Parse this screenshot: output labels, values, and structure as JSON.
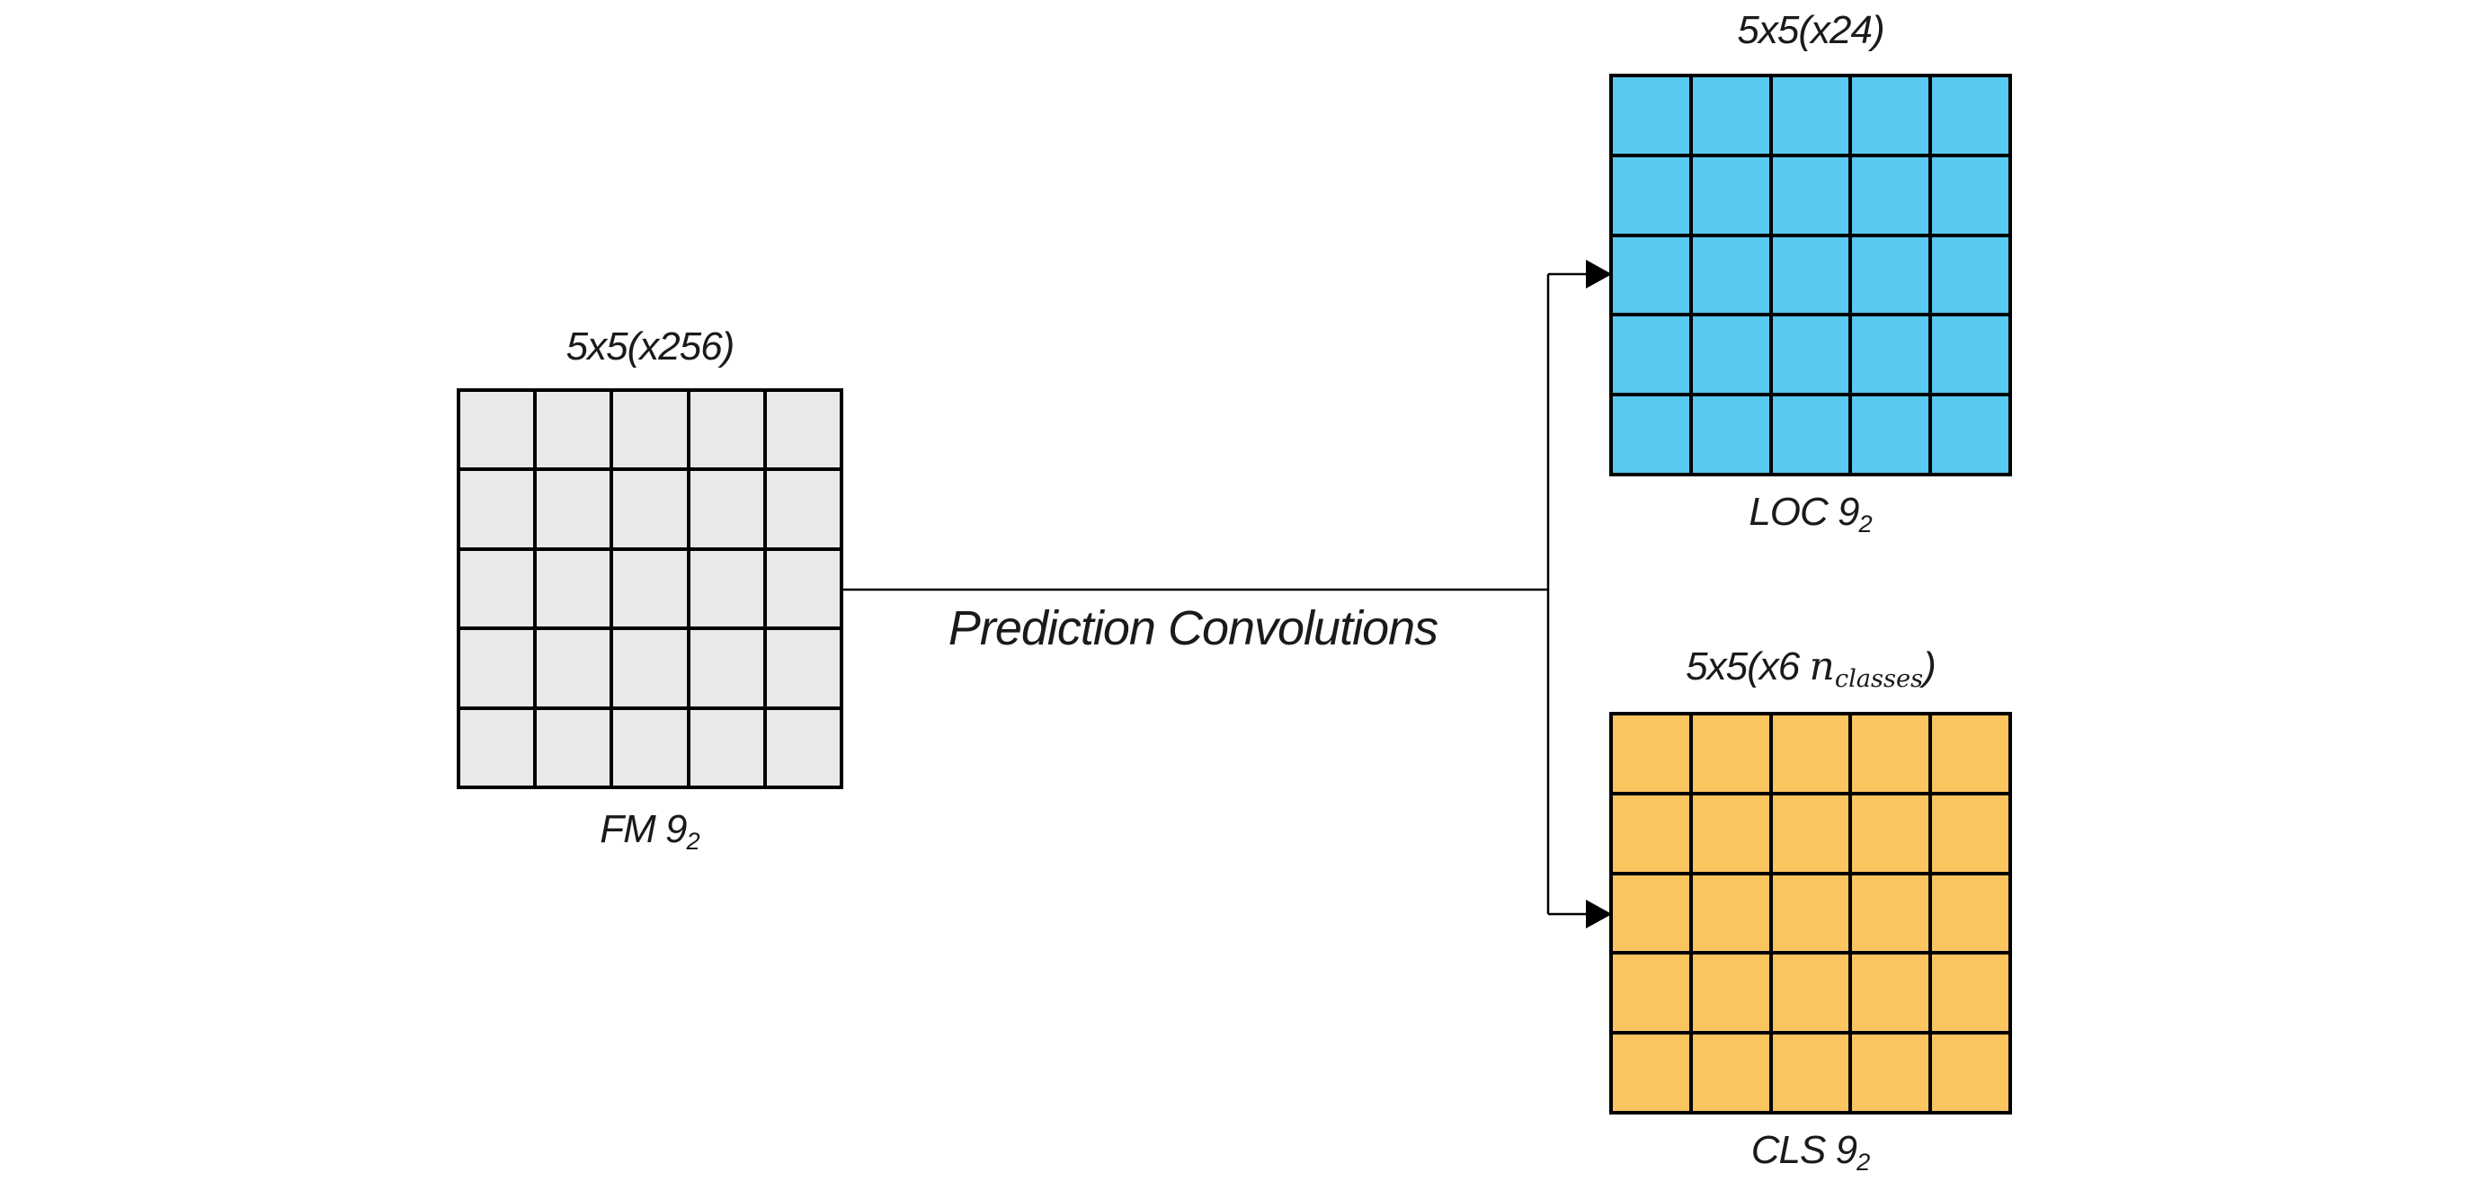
{
  "diagram": {
    "background": "#ffffff",
    "line_color": "#000000",
    "center_label": "Prediction Convolutions",
    "grids": {
      "fm": {
        "rows": 5,
        "cols": 5,
        "fill": "#e9e9e9",
        "label_top": "5x5(x256)",
        "label_bottom": "FM 9",
        "label_bottom_sub": "2"
      },
      "loc": {
        "rows": 5,
        "cols": 5,
        "fill": "#58c9f0",
        "label_top": "5x5(x24)",
        "label_bottom": "LOC 9",
        "label_bottom_sub": "2"
      },
      "cls": {
        "rows": 5,
        "cols": 5,
        "fill": "#fac45f",
        "label_top_prefix": "5x5(x6 ",
        "label_top_var": "n",
        "label_top_sub": "classes",
        "label_top_suffix": ")",
        "label_bottom": "CLS 9",
        "label_bottom_sub": "2"
      }
    }
  }
}
